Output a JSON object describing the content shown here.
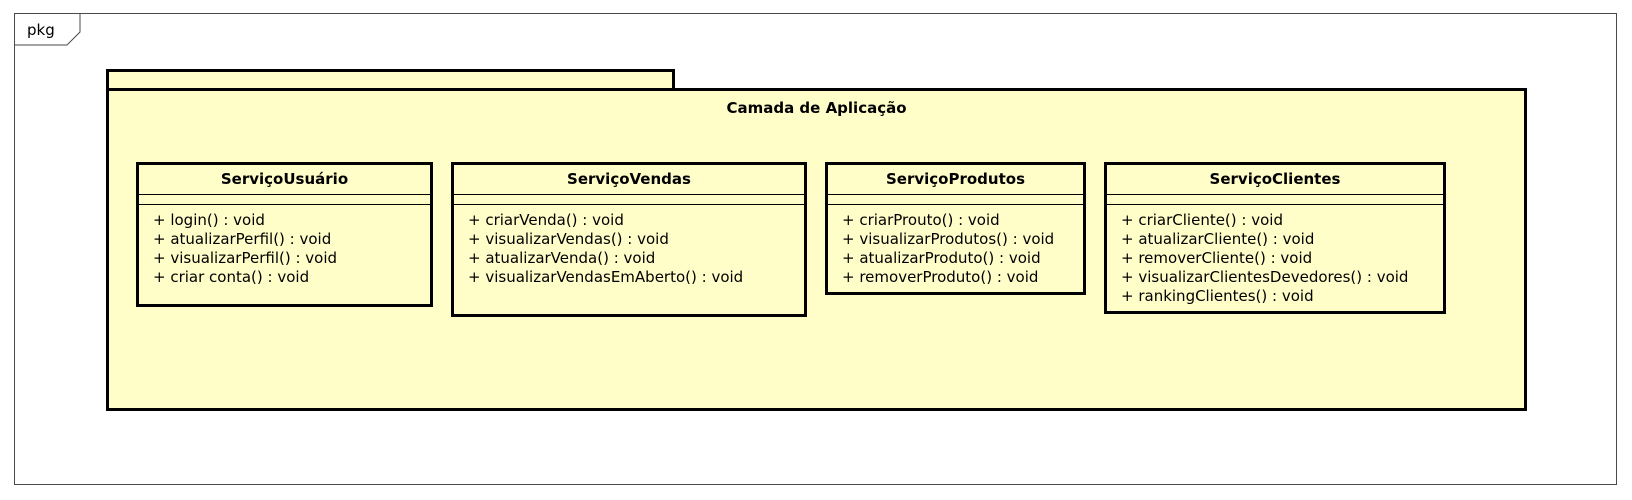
{
  "frame": {
    "tag": "pkg"
  },
  "package": {
    "name": "Camada de Aplicação"
  },
  "classes": [
    {
      "name": "ServiçoUsuário",
      "operations": [
        "+ login() : void",
        "+ atualizarPerfil() : void",
        "+ visualizarPerfil() : void",
        "+ criar conta() : void"
      ]
    },
    {
      "name": "ServiçoVendas",
      "operations": [
        "+ criarVenda() : void",
        "+ visualizarVendas() : void",
        "+ atualizarVenda() : void",
        "+ visualizarVendasEmAberto() : void"
      ]
    },
    {
      "name": "ServiçoProdutos",
      "operations": [
        "+ criarProuto() : void",
        "+ visualizarProdutos() : void",
        "+ atualizarProduto() : void",
        "+ removerProduto() : void"
      ]
    },
    {
      "name": "ServiçoClientes",
      "operations": [
        "+ criarCliente() : void",
        "+ atualizarCliente() : void",
        "+ removerCliente() : void",
        "+ visualizarClientesDevedores() : void",
        "+ rankingClientes() : void"
      ]
    }
  ]
}
